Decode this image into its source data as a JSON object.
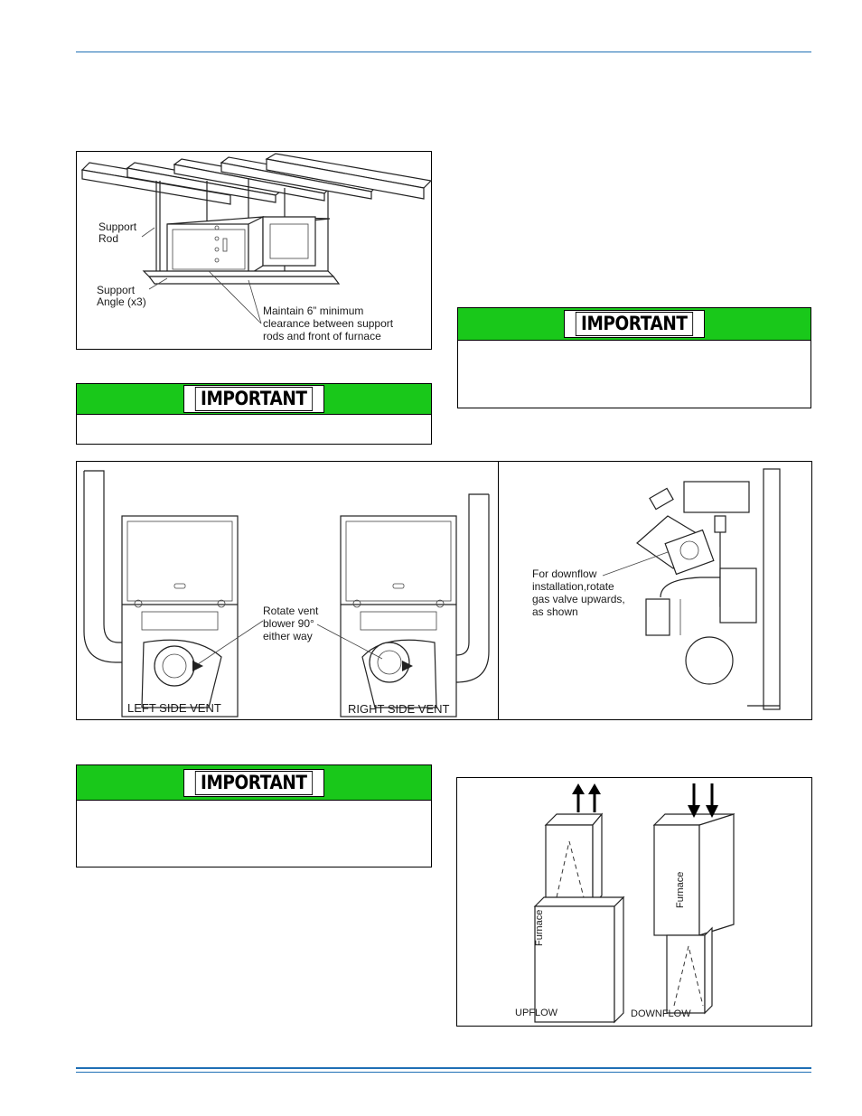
{
  "figure_support": {
    "label_support_rod_line1": "Support",
    "label_support_rod_line2": "Rod",
    "label_support_angle_line1": "Support",
    "label_support_angle_line2": "Angle (x3)",
    "label_clearance_line1": "Maintain 6” minimum",
    "label_clearance_line2": "clearance between support",
    "label_clearance_line3": "rods and front of furnace"
  },
  "important_boxes": [
    {
      "badge": "IMPORTANT"
    },
    {
      "badge": "IMPORTANT"
    },
    {
      "badge": "IMPORTANT"
    }
  ],
  "figure_vent": {
    "rotate_line1": "Rotate vent",
    "rotate_line2": "blower 90°",
    "rotate_line3": "either way",
    "left_caption": "LEFT SIDE VENT",
    "right_caption": "RIGHT SIDE VENT"
  },
  "figure_gas_valve": {
    "note_line1": "For downflow",
    "note_line2": "installation,rotate",
    "note_line3": "gas valve upwards,",
    "note_line4": "as shown"
  },
  "figure_flow": {
    "furnace_label_left": "Furnace",
    "furnace_label_right": "Furnace",
    "upflow_caption": "UPFLOW",
    "downflow_caption": "DOWNFLOW"
  },
  "colors": {
    "rule_blue": "#1f6fb5",
    "important_green": "#19c81a"
  }
}
